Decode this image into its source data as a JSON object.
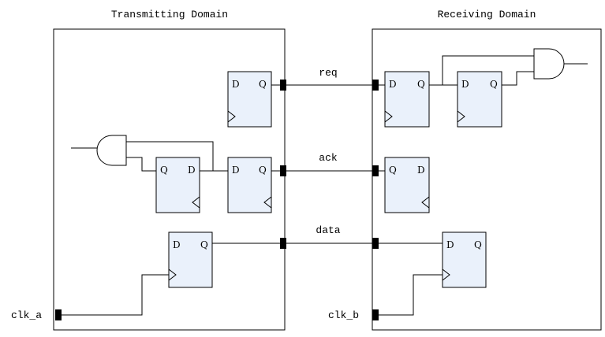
{
  "domains": {
    "transmitting": "Transmitting Domain",
    "receiving": "Receiving Domain"
  },
  "signals": {
    "req": "req",
    "ack": "ack",
    "data": "data"
  },
  "clocks": {
    "a": "clk_a",
    "b": "clk_b"
  },
  "pins": {
    "d": "D",
    "q": "Q"
  }
}
